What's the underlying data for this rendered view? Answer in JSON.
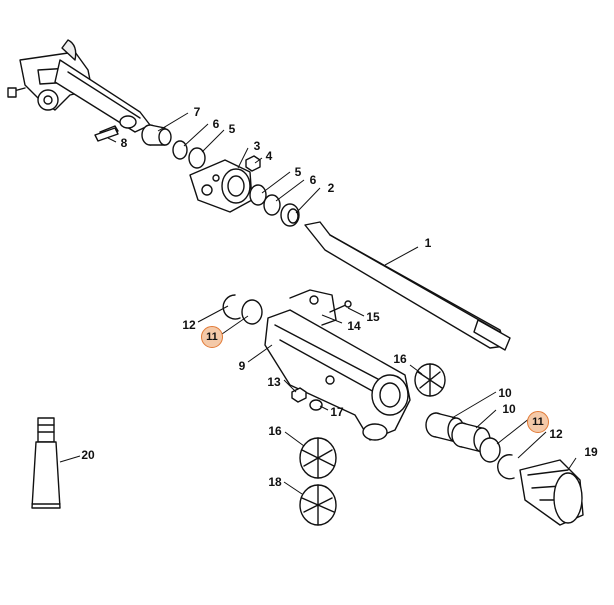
{
  "callouts": [
    {
      "id": "p1",
      "text": "1",
      "highlight": false
    },
    {
      "id": "p2",
      "text": "2",
      "highlight": false
    },
    {
      "id": "p3",
      "text": "3",
      "highlight": false
    },
    {
      "id": "p4",
      "text": "4",
      "highlight": false
    },
    {
      "id": "p5a",
      "text": "5",
      "highlight": false
    },
    {
      "id": "p5b",
      "text": "5",
      "highlight": false
    },
    {
      "id": "p6a",
      "text": "6",
      "highlight": false
    },
    {
      "id": "p6b",
      "text": "6",
      "highlight": false
    },
    {
      "id": "p7",
      "text": "7",
      "highlight": false
    },
    {
      "id": "p8",
      "text": "8",
      "highlight": false
    },
    {
      "id": "p9",
      "text": "9",
      "highlight": false
    },
    {
      "id": "p10a",
      "text": "10",
      "highlight": false
    },
    {
      "id": "p10b",
      "text": "10",
      "highlight": false
    },
    {
      "id": "p11a",
      "text": "11",
      "highlight": true
    },
    {
      "id": "p11b",
      "text": "11",
      "highlight": true
    },
    {
      "id": "p12a",
      "text": "12",
      "highlight": false
    },
    {
      "id": "p12b",
      "text": "12",
      "highlight": false
    },
    {
      "id": "p13",
      "text": "13",
      "highlight": false
    },
    {
      "id": "p14",
      "text": "14",
      "highlight": false
    },
    {
      "id": "p15",
      "text": "15",
      "highlight": false
    },
    {
      "id": "p16a",
      "text": "16",
      "highlight": false
    },
    {
      "id": "p16b",
      "text": "16",
      "highlight": false
    },
    {
      "id": "p17",
      "text": "17",
      "highlight": false
    },
    {
      "id": "p18",
      "text": "18",
      "highlight": false
    },
    {
      "id": "p19",
      "text": "19",
      "highlight": false
    },
    {
      "id": "p20",
      "text": "20",
      "highlight": false
    }
  ],
  "colors": {
    "line": "#111111",
    "highlight_fill": "#f4c9a8",
    "highlight_stroke": "#e27a36"
  }
}
